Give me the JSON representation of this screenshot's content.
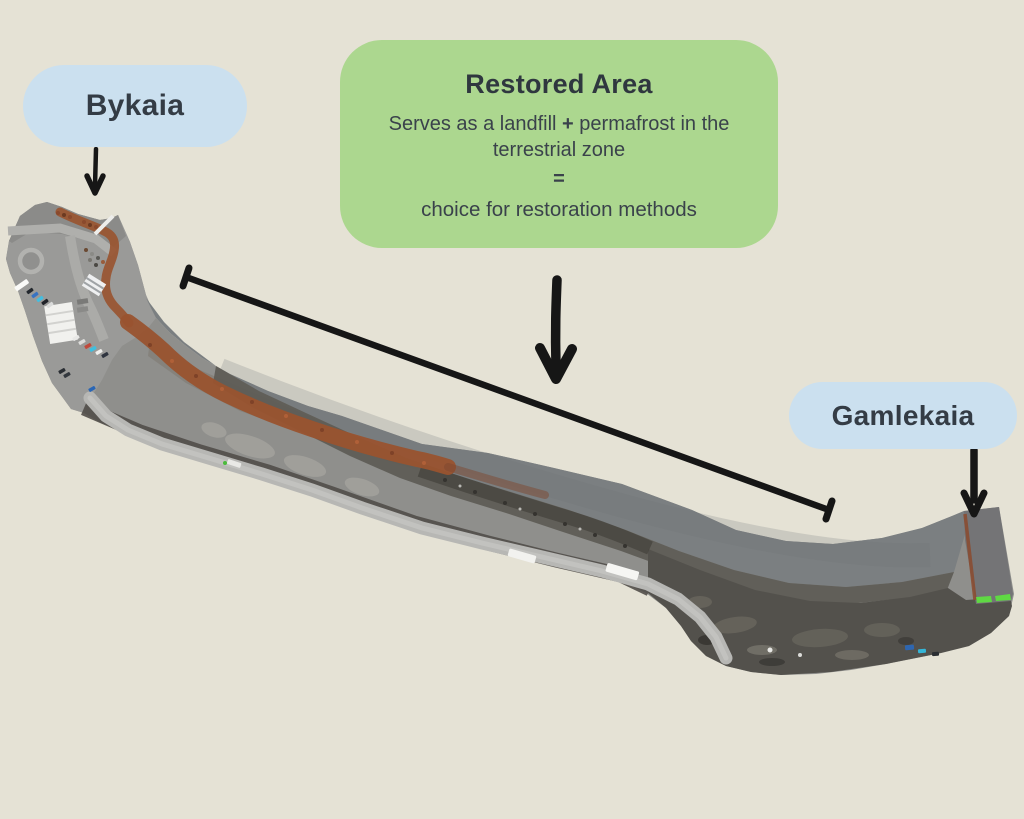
{
  "colors": {
    "background": "#E5E2D5",
    "callout_green": "#ACD78F",
    "pill_blue": "#CBE0EF",
    "text_dark": "#343C45",
    "annotation_black": "#161616",
    "water_gray": "#7B7F81",
    "rust_brown": "#99532F",
    "quay_green": "#5FD943"
  },
  "pills": {
    "bykaia": "Bykaia",
    "gamlekaia": "Gamlekaia"
  },
  "callout": {
    "title": "Restored Area",
    "line1_pre": "Serves as a landfill",
    "line1_plus": "+",
    "line1_post": "permafrost in the terrestrial zone",
    "equals": "=",
    "line2": "choice for restoration methods"
  }
}
